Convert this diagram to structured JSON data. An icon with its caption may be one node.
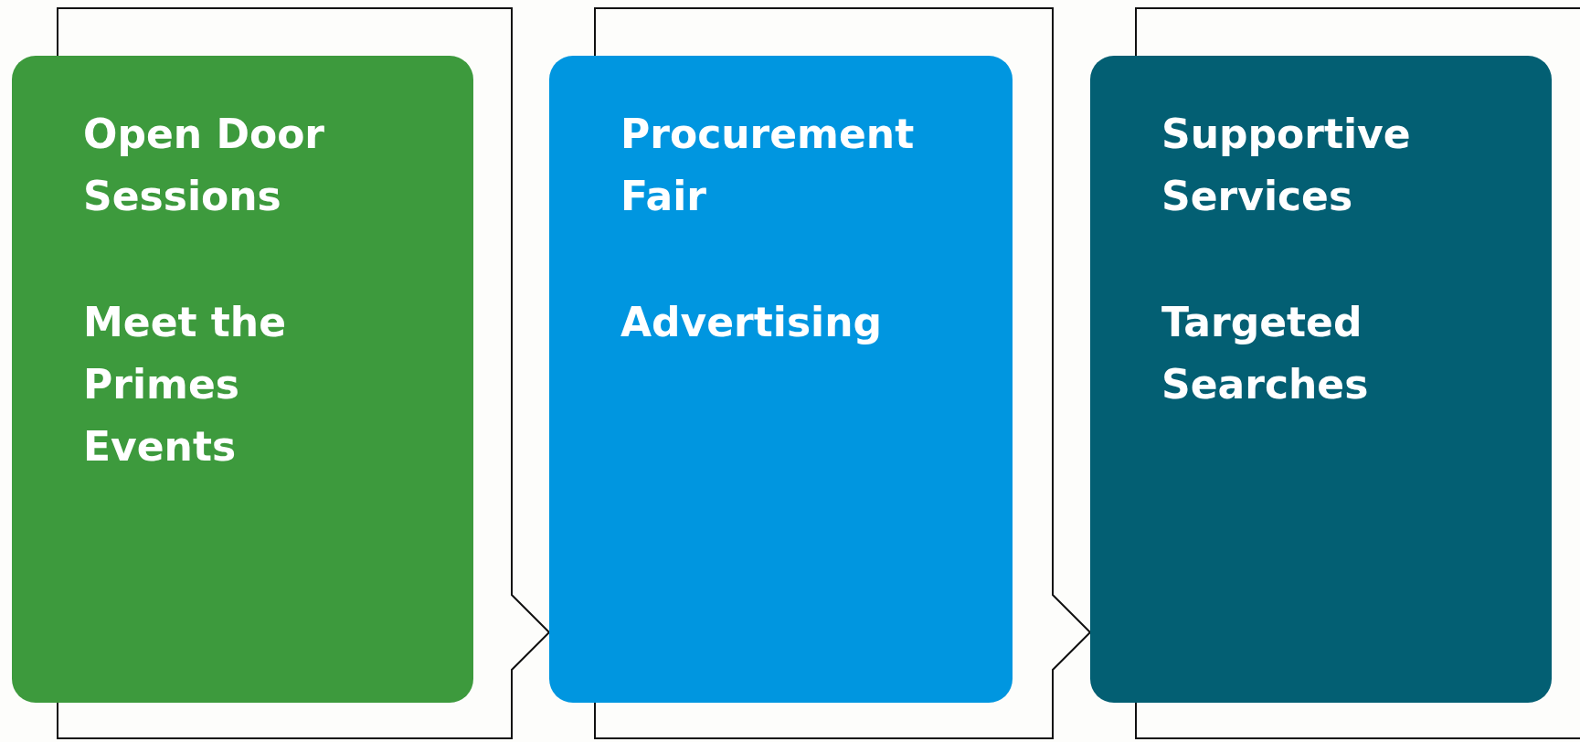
{
  "diagram": {
    "nodes": [
      {
        "text": [
          "Open Door Sessions",
          "Meet the Primes Events"
        ]
      },
      {
        "text": [
          "Procurement Fair",
          "Advertising"
        ]
      },
      {
        "text": [
          "Supportive Services",
          "Targeted Searches"
        ]
      }
    ],
    "edges": [
      {
        "from": 0,
        "to": 1,
        "arrow": "none"
      },
      {
        "from": 1,
        "to": 2,
        "arrow": "none"
      }
    ]
  }
}
